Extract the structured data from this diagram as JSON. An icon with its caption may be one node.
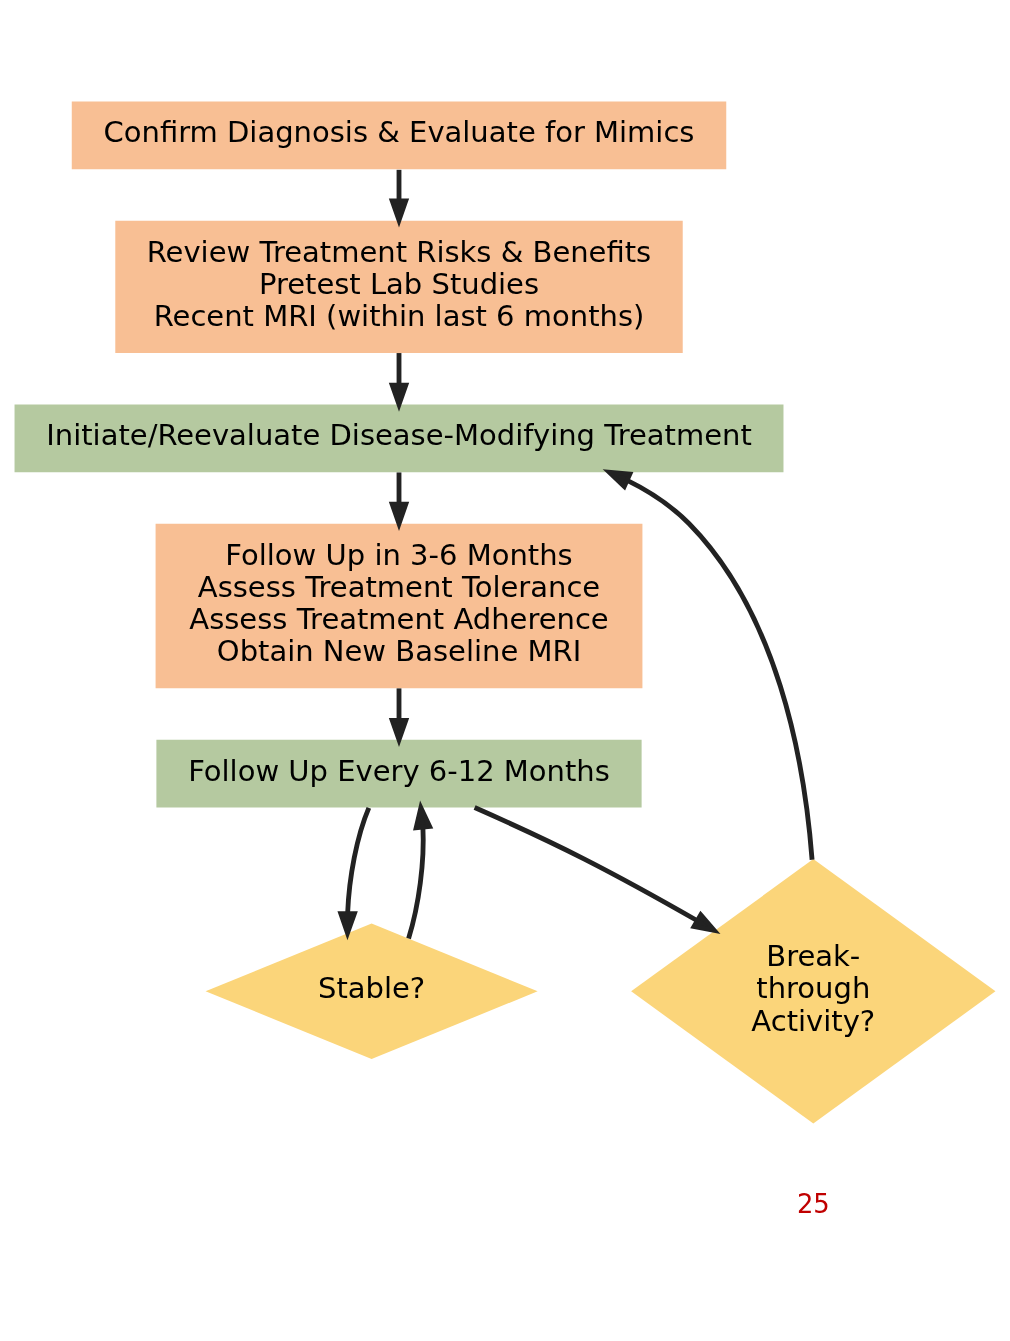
{
  "diagram": {
    "nodes": [
      {
        "text": [
          "Confirm Diagnosis & Evaluate for Mimics"
        ]
      },
      {
        "text": [
          "Review Treatment Risks & Benefits",
          "Pretest Lab Studies",
          "Recent MRI (within last 6 months)"
        ]
      },
      {
        "text": [
          "Initiate/Reevaluate Disease-Modifying Treatment"
        ]
      },
      {
        "text": [
          "Follow Up in 3-6 Months",
          "Assess Treatment Tolerance",
          "Assess Treatment Adherence",
          "Obtain New Baseline MRI"
        ]
      },
      {
        "text": [
          "Follow Up Every 6-12 Months"
        ]
      },
      {
        "text": [
          "Stable?"
        ]
      },
      {
        "text": [
          "Break-through Activity?"
        ]
      }
    ],
    "edges": [
      {
        "from": 0,
        "to": 1,
        "arrow": "to"
      },
      {
        "from": 1,
        "to": 2,
        "arrow": "to"
      },
      {
        "from": 2,
        "to": 3,
        "arrow": "to"
      },
      {
        "from": 3,
        "to": 4,
        "arrow": "to"
      },
      {
        "from": 4,
        "to": 5,
        "arrow": "to"
      },
      {
        "from": 4,
        "to": 6,
        "arrow": "to"
      },
      {
        "from": 5,
        "to": 4,
        "arrow": "to"
      },
      {
        "from": 6,
        "to": 2,
        "arrow": "to"
      }
    ],
    "labels": [
      "25"
    ]
  }
}
